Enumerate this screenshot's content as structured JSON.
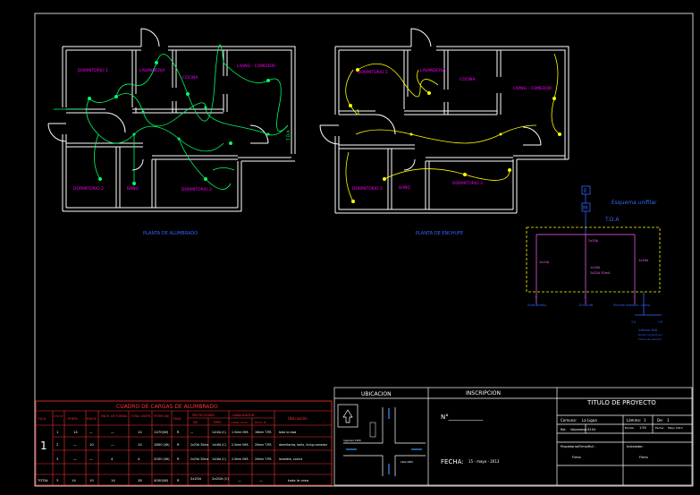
{
  "plans": {
    "lighting_title": "PLANTA DE ALUMBRADO",
    "outlets_title": "PLANTA DE ENCHUFE",
    "rooms_left": {
      "dormitorio1": "DORMITORIO 1",
      "lavanderia": "LAVANDERIA",
      "cocina": "COCINA",
      "living": "LIVING - COMEDOR",
      "dormitorio2": "DORMITORIO 2",
      "bano": "BAÑO",
      "dormitorio3": "DORMITORIO 3",
      "tda": "T.D.A"
    },
    "rooms_right": {
      "dormitorio1": "DORMITORIO 1",
      "lavanderia": "LAVANDERIA",
      "cocina": "COCINA",
      "living": "LIVING - COMEDOR",
      "dormitorio2": "DORMITORIO 2",
      "bano": "BAÑO",
      "dormitorio3": "DORMITORIO 3"
    }
  },
  "unifilar": {
    "title": "Esquema unifilar",
    "box_label": "T.D.A",
    "meter_e": "E",
    "meter_m": "M",
    "main_breaker": "2x20A",
    "branches": [
      {
        "breaker": "1x10A",
        "diff": "",
        "circuit": "1",
        "label": "Alumbrado"
      },
      {
        "breaker": "1x16A",
        "diff": "2x25A 30mA",
        "circuit": "2",
        "label": "Enchufe"
      },
      {
        "breaker": "1x16A",
        "diff": "",
        "circuit": "3",
        "label": "Enchufe lavadora - cocina"
      }
    ],
    "ground_a": "T.S",
    "ground_b": "T.P",
    "feeder_1": "2x6mm NYA",
    "feeder_2": "Ducto conduit pvc",
    "feeder_3": "Tierra de servicio"
  },
  "load_table": {
    "title": "CUADRO DE CARGAS DE ALUMBRADO",
    "headers": {
      "tda": "T.D.A",
      "ctd": "CTO N°",
      "portal": "PORTL",
      "enchufe": "ENCH.",
      "enchufe_fuerza": "ENCH. DE FUERZA",
      "total_centros": "TOTAL CENTR.",
      "potencia": "POTEN (W)",
      "fase": "FASE",
      "protecciones": "PROTECCIONES",
      "dif": "DIF.",
      "term": "TERM.",
      "canalizacion": "CANALIZACION",
      "cond": "COND. mm2",
      "ducto": "DUCT. Ø",
      "ubicacion": "Ubicación"
    },
    "tda_number": "1",
    "rows": [
      {
        "cto": "1",
        "portal": "14",
        "ench": "—",
        "fuerza": "—",
        "total": "14",
        "pot": "1470(W)",
        "fase": "R",
        "dif": "—",
        "term": "1x10A (C)",
        "cond": "1.5mm NYA",
        "duct": "16mm T.P.R.",
        "ubic": "toda la casa"
      },
      {
        "cto": "2",
        "portal": "—",
        "ench": "10",
        "fuerza": "—",
        "total": "10",
        "pot": "1800 (W)",
        "fase": "R",
        "dif": "2x25A 30ma",
        "term": "1x16A (C)",
        "cond": "2.5mm NYA",
        "duct": "20mm T.P.R.",
        "ubic": "dormitorios, baño, living-comedor"
      },
      {
        "cto": "3",
        "portal": "—",
        "ench": "—",
        "fuerza": "4",
        "total": "4",
        "pot": "2000 (W)",
        "fase": "R",
        "dif": "2x25A 30ma",
        "term": "1x16A (C)",
        "cond": "2.5mm NYA",
        "duct": "20mm T.P.R.",
        "ubic": "lavadero, cocina"
      }
    ],
    "total_row": {
      "label": "TOTAL",
      "cto": "3",
      "portal": "14",
      "ench": "10",
      "fuerza": "14",
      "total": "28",
      "pot": "4000(W)",
      "fase": "R",
      "dif": "2x25A",
      "term": "2x20A (C)",
      "cond": "—",
      "duct": "—",
      "ubic": "toda la casa"
    }
  },
  "title_block": {
    "ubicacion": "UBICACION",
    "inscripcion": "INSCRIPCION",
    "titulo": "TITULO DE PROYECTO",
    "numero": "N°___________",
    "fecha_label": "FECHA:",
    "fecha_value": "15 - mayo - 2013",
    "comuna_label": "Comuna:",
    "comuna_value": "La Ligua",
    "lamina_label": "Lámina:",
    "lamina_value": "1",
    "de_label": "De:",
    "de_value": "1",
    "rol_label": "Rol:",
    "rol_value": "Valparaiso 8104",
    "escala_label": "Escala:",
    "escala_value": "1:50",
    "fecha_small_label": "Fecha:",
    "fecha_small_value": "Mayo 2013",
    "propietario_label": "Propietario/Firma/Rut :",
    "propietario_value": "Firma",
    "instalador_label": "Instalador:",
    "instalador_value": "Firma",
    "street_label_1": "Ingeniero 1000",
    "street_label_2": "Calle 2000"
  },
  "colors": {
    "walls": "#ffffff",
    "room_label": "#ff00ff",
    "lighting": "#00ff66",
    "outlets": "#ffff00",
    "unifilar_blue": "#3366ff",
    "table_red": "#ff3333",
    "table_text": "#ffffff"
  }
}
